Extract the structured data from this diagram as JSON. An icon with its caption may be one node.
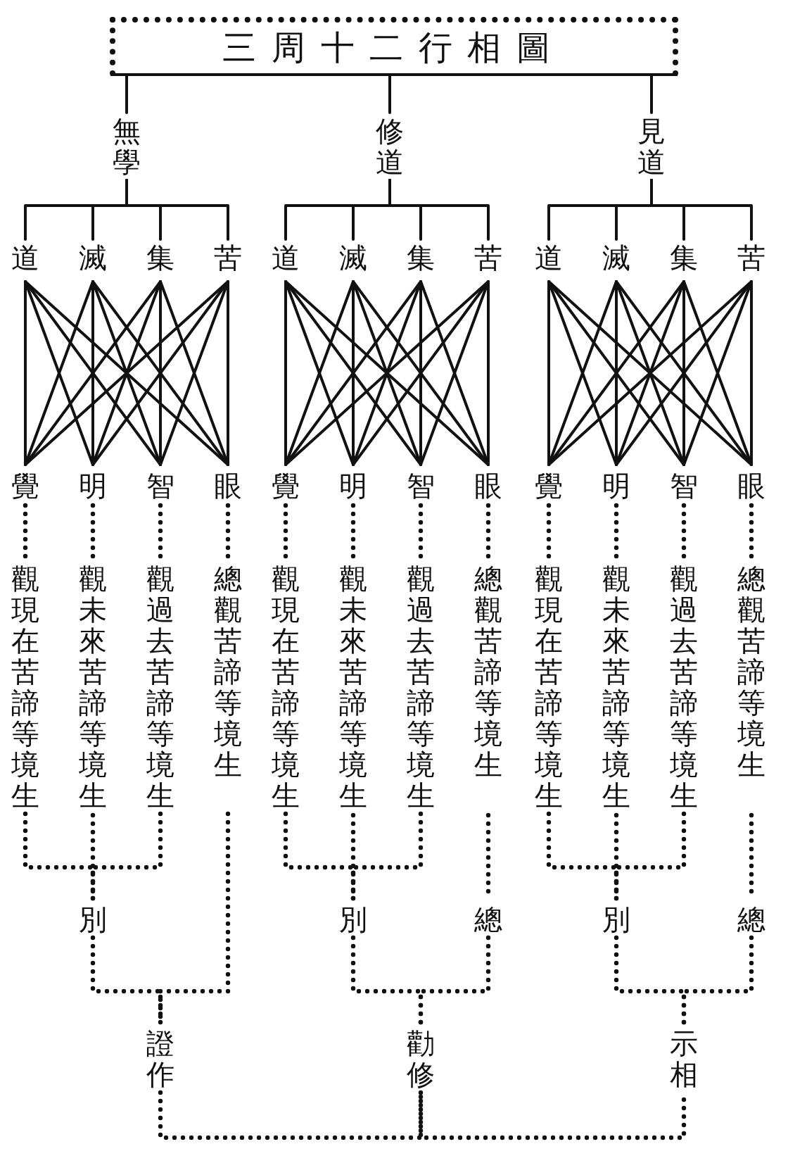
{
  "diagram": {
    "nodes": [
      {
        "text": [
          "三周十二行相圖"
        ]
      },
      {
        "text": [
          "無學"
        ]
      },
      {
        "text": [
          "修道"
        ]
      },
      {
        "text": [
          "見道"
        ]
      },
      {
        "text": [
          "道"
        ]
      },
      {
        "text": [
          "滅"
        ]
      },
      {
        "text": [
          "集"
        ]
      },
      {
        "text": [
          "苦"
        ]
      },
      {
        "text": [
          "道"
        ]
      },
      {
        "text": [
          "滅"
        ]
      },
      {
        "text": [
          "集"
        ]
      },
      {
        "text": [
          "苦"
        ]
      },
      {
        "text": [
          "道"
        ]
      },
      {
        "text": [
          "滅"
        ]
      },
      {
        "text": [
          "集"
        ]
      },
      {
        "text": [
          "苦"
        ]
      },
      {
        "text": [
          "覺"
        ]
      },
      {
        "text": [
          "明"
        ]
      },
      {
        "text": [
          "智"
        ]
      },
      {
        "text": [
          "眼"
        ]
      },
      {
        "text": [
          "覺"
        ]
      },
      {
        "text": [
          "明"
        ]
      },
      {
        "text": [
          "智"
        ]
      },
      {
        "text": [
          "眼"
        ]
      },
      {
        "text": [
          "覺"
        ]
      },
      {
        "text": [
          "明"
        ]
      },
      {
        "text": [
          "智"
        ]
      },
      {
        "text": [
          "眼"
        ]
      },
      {
        "text": [
          "觀現在苦諦等境生"
        ]
      },
      {
        "text": [
          "觀未來苦諦等境生"
        ]
      },
      {
        "text": [
          "觀過去苦諦等境生"
        ]
      },
      {
        "text": [
          "總觀苦諦等境生"
        ]
      },
      {
        "text": [
          "觀現在苦諦等境生"
        ]
      },
      {
        "text": [
          "觀未來苦諦等境生"
        ]
      },
      {
        "text": [
          "觀過去苦諦等境生"
        ]
      },
      {
        "text": [
          "總觀苦諦等境生"
        ]
      },
      {
        "text": [
          "觀現在苦諦等境生"
        ]
      },
      {
        "text": [
          "觀未來苦諦等境生"
        ]
      },
      {
        "text": [
          "觀過去苦諦等境生"
        ]
      },
      {
        "text": [
          "總觀苦諦等境生"
        ]
      },
      {
        "text": [
          "別"
        ]
      },
      {
        "text": [
          "別"
        ]
      },
      {
        "text": [
          "總"
        ]
      },
      {
        "text": [
          "別"
        ]
      },
      {
        "text": [
          "總"
        ]
      },
      {
        "text": [
          "證作"
        ]
      },
      {
        "text": [
          "勸修"
        ]
      },
      {
        "text": [
          "示相"
        ]
      }
    ],
    "edges": [
      {
        "from": 0,
        "to": 1,
        "arrow": "none"
      },
      {
        "from": 0,
        "to": 2,
        "arrow": "none"
      },
      {
        "from": 0,
        "to": 3,
        "arrow": "none"
      },
      {
        "from": 1,
        "to": 4,
        "arrow": "none"
      },
      {
        "from": 1,
        "to": 5,
        "arrow": "none"
      },
      {
        "from": 1,
        "to": 6,
        "arrow": "none"
      },
      {
        "from": 1,
        "to": 7,
        "arrow": "none"
      },
      {
        "from": 2,
        "to": 8,
        "arrow": "none"
      },
      {
        "from": 2,
        "to": 9,
        "arrow": "none"
      },
      {
        "from": 2,
        "to": 10,
        "arrow": "none"
      },
      {
        "from": 2,
        "to": 11,
        "arrow": "none"
      },
      {
        "from": 3,
        "to": 12,
        "arrow": "none"
      },
      {
        "from": 3,
        "to": 13,
        "arrow": "none"
      },
      {
        "from": 3,
        "to": 14,
        "arrow": "none"
      },
      {
        "from": 3,
        "to": 15,
        "arrow": "none"
      },
      {
        "from": 4,
        "to": 16,
        "arrow": "none"
      },
      {
        "from": 4,
        "to": 17,
        "arrow": "none"
      },
      {
        "from": 4,
        "to": 18,
        "arrow": "none"
      },
      {
        "from": 4,
        "to": 19,
        "arrow": "none"
      },
      {
        "from": 5,
        "to": 16,
        "arrow": "none"
      },
      {
        "from": 5,
        "to": 17,
        "arrow": "none"
      },
      {
        "from": 5,
        "to": 18,
        "arrow": "none"
      },
      {
        "from": 5,
        "to": 19,
        "arrow": "none"
      },
      {
        "from": 6,
        "to": 16,
        "arrow": "none"
      },
      {
        "from": 6,
        "to": 17,
        "arrow": "none"
      },
      {
        "from": 6,
        "to": 18,
        "arrow": "none"
      },
      {
        "from": 6,
        "to": 19,
        "arrow": "none"
      },
      {
        "from": 7,
        "to": 16,
        "arrow": "none"
      },
      {
        "from": 7,
        "to": 17,
        "arrow": "none"
      },
      {
        "from": 7,
        "to": 18,
        "arrow": "none"
      },
      {
        "from": 7,
        "to": 19,
        "arrow": "none"
      },
      {
        "from": 8,
        "to": 20,
        "arrow": "none"
      },
      {
        "from": 8,
        "to": 21,
        "arrow": "none"
      },
      {
        "from": 8,
        "to": 22,
        "arrow": "none"
      },
      {
        "from": 8,
        "to": 23,
        "arrow": "none"
      },
      {
        "from": 9,
        "to": 20,
        "arrow": "none"
      },
      {
        "from": 9,
        "to": 21,
        "arrow": "none"
      },
      {
        "from": 9,
        "to": 22,
        "arrow": "none"
      },
      {
        "from": 9,
        "to": 23,
        "arrow": "none"
      },
      {
        "from": 10,
        "to": 20,
        "arrow": "none"
      },
      {
        "from": 10,
        "to": 21,
        "arrow": "none"
      },
      {
        "from": 10,
        "to": 22,
        "arrow": "none"
      },
      {
        "from": 10,
        "to": 23,
        "arrow": "none"
      },
      {
        "from": 11,
        "to": 20,
        "arrow": "none"
      },
      {
        "from": 11,
        "to": 21,
        "arrow": "none"
      },
      {
        "from": 11,
        "to": 22,
        "arrow": "none"
      },
      {
        "from": 11,
        "to": 23,
        "arrow": "none"
      },
      {
        "from": 12,
        "to": 24,
        "arrow": "none"
      },
      {
        "from": 12,
        "to": 25,
        "arrow": "none"
      },
      {
        "from": 12,
        "to": 26,
        "arrow": "none"
      },
      {
        "from": 12,
        "to": 27,
        "arrow": "none"
      },
      {
        "from": 13,
        "to": 24,
        "arrow": "none"
      },
      {
        "from": 13,
        "to": 25,
        "arrow": "none"
      },
      {
        "from": 13,
        "to": 26,
        "arrow": "none"
      },
      {
        "from": 13,
        "to": 27,
        "arrow": "none"
      },
      {
        "from": 14,
        "to": 24,
        "arrow": "none"
      },
      {
        "from": 14,
        "to": 25,
        "arrow": "none"
      },
      {
        "from": 14,
        "to": 26,
        "arrow": "none"
      },
      {
        "from": 14,
        "to": 27,
        "arrow": "none"
      },
      {
        "from": 15,
        "to": 24,
        "arrow": "none"
      },
      {
        "from": 15,
        "to": 25,
        "arrow": "none"
      },
      {
        "from": 15,
        "to": 26,
        "arrow": "none"
      },
      {
        "from": 15,
        "to": 27,
        "arrow": "none"
      },
      {
        "from": 16,
        "to": 28,
        "arrow": "none",
        "style": "dashed"
      },
      {
        "from": 17,
        "to": 29,
        "arrow": "none",
        "style": "dashed"
      },
      {
        "from": 18,
        "to": 30,
        "arrow": "none",
        "style": "dashed"
      },
      {
        "from": 19,
        "to": 31,
        "arrow": "none",
        "style": "dashed"
      },
      {
        "from": 20,
        "to": 32,
        "arrow": "none",
        "style": "dashed"
      },
      {
        "from": 21,
        "to": 33,
        "arrow": "none",
        "style": "dashed"
      },
      {
        "from": 22,
        "to": 34,
        "arrow": "none",
        "style": "dashed"
      },
      {
        "from": 23,
        "to": 35,
        "arrow": "none",
        "style": "dashed"
      },
      {
        "from": 24,
        "to": 36,
        "arrow": "none",
        "style": "dashed"
      },
      {
        "from": 25,
        "to": 37,
        "arrow": "none",
        "style": "dashed"
      },
      {
        "from": 26,
        "to": 38,
        "arrow": "none",
        "style": "dashed"
      },
      {
        "from": 27,
        "to": 39,
        "arrow": "none",
        "style": "dashed"
      },
      {
        "from": 28,
        "to": 40,
        "arrow": "none",
        "style": "dashed"
      },
      {
        "from": 29,
        "to": 40,
        "arrow": "none",
        "style": "dashed"
      },
      {
        "from": 30,
        "to": 40,
        "arrow": "none",
        "style": "dashed"
      },
      {
        "from": 32,
        "to": 41,
        "arrow": "none",
        "style": "dashed"
      },
      {
        "from": 33,
        "to": 41,
        "arrow": "none",
        "style": "dashed"
      },
      {
        "from": 34,
        "to": 41,
        "arrow": "none",
        "style": "dashed"
      },
      {
        "from": 35,
        "to": 42,
        "arrow": "none",
        "style": "dashed"
      },
      {
        "from": 36,
        "to": 43,
        "arrow": "none",
        "style": "dashed"
      },
      {
        "from": 37,
        "to": 43,
        "arrow": "none",
        "style": "dashed"
      },
      {
        "from": 38,
        "to": 43,
        "arrow": "none",
        "style": "dashed"
      },
      {
        "from": 39,
        "to": 44,
        "arrow": "none",
        "style": "dashed"
      },
      {
        "from": 40,
        "to": 45,
        "arrow": "none",
        "style": "dashed"
      },
      {
        "from": 31,
        "to": 45,
        "arrow": "none",
        "style": "dashed"
      },
      {
        "from": 41,
        "to": 46,
        "arrow": "none",
        "style": "dashed"
      },
      {
        "from": 42,
        "to": 46,
        "arrow": "none",
        "style": "dashed"
      },
      {
        "from": 43,
        "to": 47,
        "arrow": "none",
        "style": "dashed"
      },
      {
        "from": 44,
        "to": 47,
        "arrow": "none",
        "style": "dashed"
      },
      {
        "from": 45,
        "to": 46,
        "arrow": "none",
        "style": "dashed"
      },
      {
        "from": 46,
        "to": 47,
        "arrow": "none",
        "style": "dashed"
      }
    ]
  }
}
